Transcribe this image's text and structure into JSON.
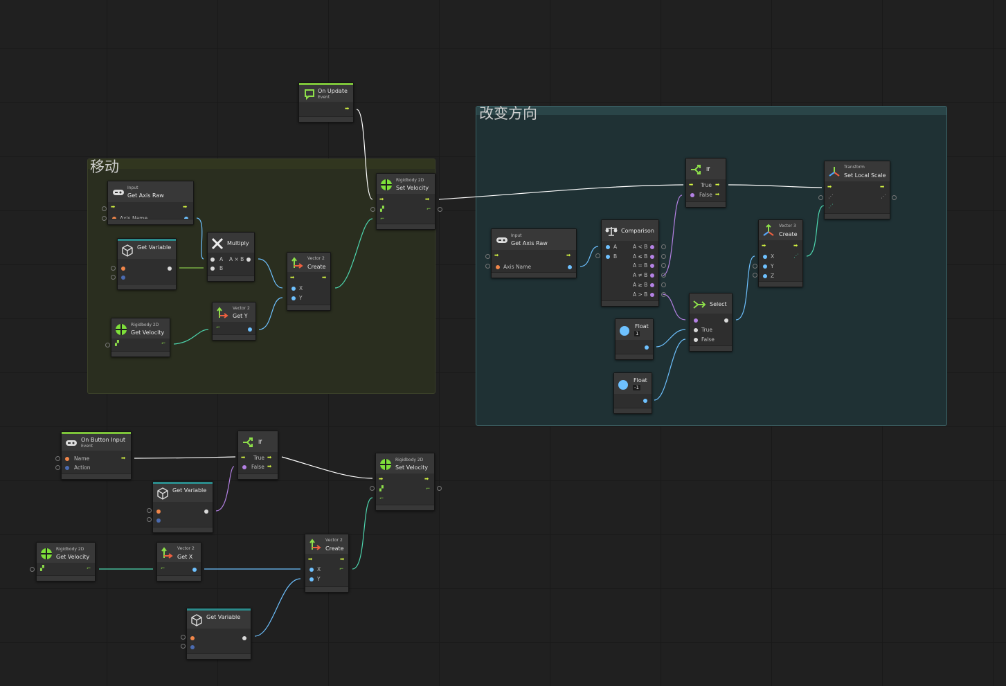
{
  "groups": {
    "move": {
      "title": "移动"
    },
    "direction": {
      "title": "改变方向"
    }
  },
  "nodes": {
    "on_update": {
      "title": "On Update",
      "subtitle": "Event"
    },
    "m_axis": {
      "subtitle": "Input",
      "title": "Get Axis Raw",
      "port_label": "Axis Name"
    },
    "m_getvar": {
      "title": "Get Variable"
    },
    "m_multiply": {
      "title": "Multiply",
      "in_a": "A",
      "in_b": "B",
      "out": "A × B"
    },
    "m_vec2create": {
      "subtitle": "Vector 2",
      "title": "Create",
      "in_x": "X",
      "in_y": "Y"
    },
    "m_setvel": {
      "subtitle": "Rigidbody 2D",
      "title": "Set Velocity"
    },
    "m_getvel": {
      "subtitle": "Rigidbody 2D",
      "title": "Get Velocity"
    },
    "m_gety": {
      "subtitle": "Vector 2",
      "title": "Get Y"
    },
    "d_axis": {
      "subtitle": "Input",
      "title": "Get Axis Raw",
      "port_label": "Axis Name"
    },
    "d_comparison": {
      "title": "Comparison",
      "in_a": "A",
      "in_b": "B",
      "outputs": [
        "A < B",
        "A ≤ B",
        "A = B",
        "A ≠ B",
        "A ≥ B",
        "A > B"
      ]
    },
    "d_if": {
      "title": "If",
      "true": "True",
      "false": "False"
    },
    "d_select": {
      "title": "Select",
      "true": "True",
      "false": "False"
    },
    "d_float1": {
      "title": "Float",
      "value": "1"
    },
    "d_float2": {
      "title": "Float",
      "value": "-1"
    },
    "d_vec3create": {
      "subtitle": "Vector 3",
      "title": "Create",
      "in_x": "X",
      "in_y": "Y",
      "in_z": "Z"
    },
    "d_setscale": {
      "subtitle": "Transform",
      "title": "Set Local Scale"
    },
    "b_button": {
      "title": "On Button Input",
      "subtitle": "Event",
      "name": "Name",
      "action": "Action"
    },
    "b_if": {
      "title": "If",
      "true": "True",
      "false": "False"
    },
    "b_getvar": {
      "title": "Get Variable"
    },
    "b_setvel": {
      "subtitle": "Rigidbody 2D",
      "title": "Set Velocity"
    },
    "b_getvel": {
      "subtitle": "Rigidbody 2D",
      "title": "Get Velocity"
    },
    "b_getx": {
      "subtitle": "Vector 2",
      "title": "Get X"
    },
    "b_vec2create": {
      "subtitle": "Vector 2",
      "title": "Create",
      "in_x": "X",
      "in_y": "Y"
    },
    "b_getvar2": {
      "title": "Get Variable"
    }
  },
  "icons": {
    "event": "refresh-loop-icon",
    "gamepad": "gamepad-icon",
    "variable": "cube-icon",
    "multiply": "cross-icon",
    "vector": "vector-axes-icon",
    "rigidbody": "rigidbody-ball-icon",
    "comparison": "scales-icon",
    "branch": "branch-icon",
    "select": "select-arrow-icon",
    "float": "circle-icon",
    "transform": "transform-axes-icon"
  },
  "colors": {
    "canvas": "#202020",
    "control_flow": "#ffffff",
    "float_port": "#6ec1ff",
    "bool_port": "#b481e4",
    "string_port": "#f0864a",
    "object_port": "#88c84a",
    "vector_port": "#4ed8b0",
    "generic_port": "#d9d9d9",
    "event_bar": "#7dc43a",
    "variable_bar": "#2b8b8b",
    "move_group": "#2a2e1e",
    "direction_group": "#1f3134"
  }
}
